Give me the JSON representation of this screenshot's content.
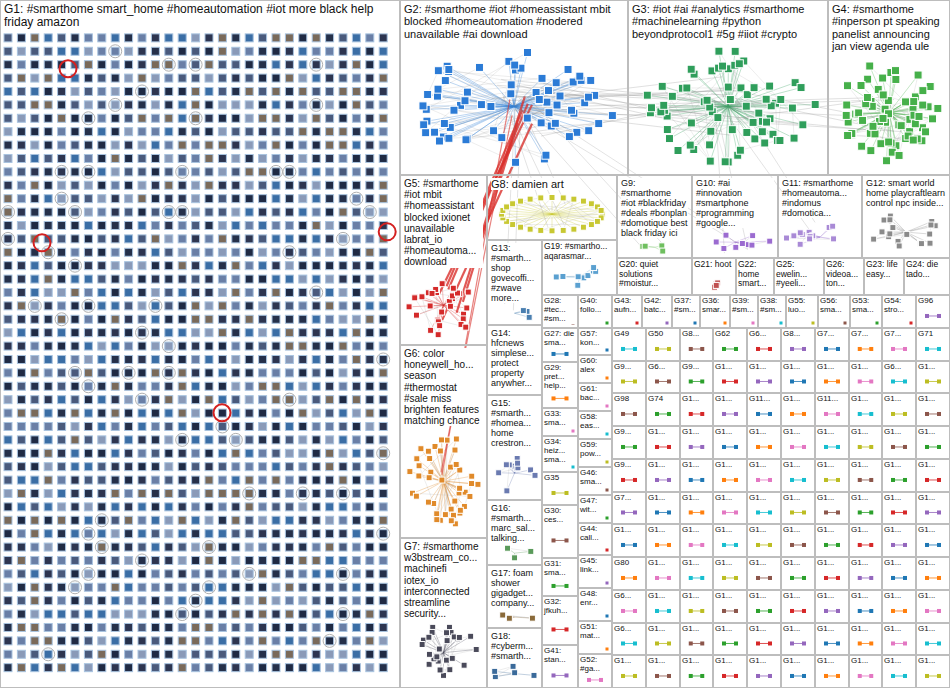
{
  "diagram": {
    "nodes": [
      {
        "text": [
          "G1: #smarthome smart_home #homeautomation #iot more black help friday amazon"
        ]
      },
      {
        "text": [
          "G2: #smarthome #iot #homeassistant mbit blocked #homeautomation #nodered unavailable #ai download"
        ]
      },
      {
        "text": [
          "G3: #iot #ai #analytics #smarthome #machinelearning #python beyondprotocol1 #5g #iiot #crypto"
        ]
      },
      {
        "text": [
          "G4: #smarthome #inperson pt speaking panelist announcing jan view agenda ule"
        ]
      },
      {
        "text": [
          "G5: #smarthome #iot mbit #homeassistant blocked ixionet unavailable labrat_io #homeautoma... download"
        ]
      },
      {
        "text": [
          "G8: damien art"
        ]
      },
      {
        "text": [
          "G9: #smarthome #iot #blackfriday #deals #bonplan #domotique best black friday ici"
        ]
      },
      {
        "text": [
          "G10: #ai #innovation #smartphone #programming #google..."
        ]
      },
      {
        "text": [
          "G11: #smarthome #homeautoma... #indomus #domotica..."
        ]
      },
      {
        "text": [
          "G12: smart world home playcraftlearn control npc inside..."
        ]
      },
      {
        "text": [
          "G13: #smarth... shop govecoffi... #zwave more..."
        ]
      },
      {
        "text": [
          "G19: #smartho... aqarasmar..."
        ]
      },
      {
        "text": [
          "G20: quiet solutions #moistur..."
        ]
      },
      {
        "text": [
          "G21: hoot"
        ]
      },
      {
        "text": [
          "G22: home smart..."
        ]
      },
      {
        "text": [
          "G25: ewelin... #yeeli..."
        ]
      },
      {
        "text": [
          "G26: videoa... ton..."
        ]
      },
      {
        "text": [
          "G23: life easy..."
        ]
      },
      {
        "text": [
          "G24: die tado..."
        ]
      },
      {
        "text": [
          "G6: color honeywell_ho... season #thermostat #sale miss brighten features matching chance"
        ]
      },
      {
        "text": [
          "G14: hfcnews simplese... protect property anywher..."
        ]
      },
      {
        "text": [
          "G15: #smarth... #homea... home crestron..."
        ]
      },
      {
        "text": [
          "G16: #smarth... marc_sal... talking..."
        ]
      },
      {
        "text": [
          "G7: #smarthome w3bstream_co... machinefi iotex_io interconnected streamline security..."
        ]
      },
      {
        "text": [
          "G17: foam shower gigadget... company..."
        ]
      },
      {
        "text": [
          "G18: #cyberm... #smarth..."
        ]
      },
      {
        "text": [
          "G28: #tec... #sm..."
        ]
      },
      {
        "text": [
          "G40: follo..."
        ]
      },
      {
        "text": [
          "G43: aufn..."
        ]
      },
      {
        "text": [
          "G42: batc..."
        ]
      },
      {
        "text": [
          "G37: #sm..."
        ]
      },
      {
        "text": [
          "G36: smar..."
        ]
      },
      {
        "text": [
          "G39: #sm..."
        ]
      },
      {
        "text": [
          "G38: #sm..."
        ]
      },
      {
        "text": [
          "G55: luo..."
        ]
      },
      {
        "text": [
          "G56: sma..."
        ]
      },
      {
        "text": [
          "G53: sma..."
        ]
      },
      {
        "text": [
          "G54: stro..."
        ]
      },
      {
        "text": [
          "G96"
        ]
      },
      {
        "text": [
          "G27: die sma..."
        ]
      },
      {
        "text": [
          "G29: pret... help..."
        ]
      },
      {
        "text": [
          "G33: sma..."
        ]
      },
      {
        "text": [
          "G34: heiz... sma..."
        ]
      },
      {
        "text": [
          "G35"
        ]
      },
      {
        "text": [
          "G30: ces..."
        ]
      },
      {
        "text": [
          "G31: sma..."
        ]
      },
      {
        "text": [
          "G32: jfkuh..."
        ]
      },
      {
        "text": [
          "G41: stan..."
        ]
      },
      {
        "text": [
          "G57: kon..."
        ]
      },
      {
        "text": [
          "G60: alex"
        ]
      },
      {
        "text": [
          "G61: bac..."
        ]
      },
      {
        "text": [
          "G58: eas..."
        ]
      },
      {
        "text": [
          "G59: pow..."
        ]
      },
      {
        "text": [
          "G46: sma..."
        ]
      },
      {
        "text": [
          "G47: wit..."
        ]
      },
      {
        "text": [
          "G44: call..."
        ]
      },
      {
        "text": [
          "G45: link..."
        ]
      },
      {
        "text": [
          "G48: enr..."
        ]
      },
      {
        "text": [
          "G51: mat..."
        ]
      },
      {
        "text": [
          "G52: #ga..."
        ]
      },
      {
        "text": [
          "G49"
        ]
      },
      {
        "text": [
          "G50"
        ]
      },
      {
        "text": [
          "G8..."
        ]
      },
      {
        "text": [
          "G62"
        ]
      },
      {
        "text": [
          "G6..."
        ]
      },
      {
        "text": [
          "G8..."
        ]
      },
      {
        "text": [
          "G7..."
        ]
      },
      {
        "text": [
          "G7..."
        ]
      },
      {
        "text": [
          "G7..."
        ]
      },
      {
        "text": [
          "G71"
        ]
      },
      {
        "text": [
          "G9..."
        ]
      },
      {
        "text": [
          "G6..."
        ]
      },
      {
        "text": [
          "G9..."
        ]
      },
      {
        "text": [
          "G1..."
        ]
      },
      {
        "text": [
          "G1..."
        ]
      },
      {
        "text": [
          "G1..."
        ]
      },
      {
        "text": [
          "G1..."
        ]
      },
      {
        "text": [
          "G1..."
        ]
      },
      {
        "text": [
          "G6..."
        ]
      },
      {
        "text": [
          "G1..."
        ]
      },
      {
        "text": [
          "G98"
        ]
      },
      {
        "text": [
          "G74"
        ]
      },
      {
        "text": [
          "G1..."
        ]
      },
      {
        "text": [
          "G1..."
        ]
      },
      {
        "text": [
          "G11..."
        ]
      },
      {
        "text": [
          "G1..."
        ]
      },
      {
        "text": [
          "G11..."
        ]
      },
      {
        "text": [
          "G1..."
        ]
      },
      {
        "text": [
          "G1..."
        ]
      },
      {
        "text": [
          "G1..."
        ]
      },
      {
        "text": [
          "G9..."
        ]
      },
      {
        "text": [
          "G1..."
        ]
      },
      {
        "text": [
          "G1..."
        ]
      },
      {
        "text": [
          "G1..."
        ]
      },
      {
        "text": [
          "G1..."
        ]
      },
      {
        "text": [
          "G1..."
        ]
      },
      {
        "text": [
          "G1..."
        ]
      },
      {
        "text": [
          "G1..."
        ]
      },
      {
        "text": [
          "G1..."
        ]
      },
      {
        "text": [
          "G1..."
        ]
      },
      {
        "text": [
          "G9..."
        ]
      },
      {
        "text": [
          "G1..."
        ]
      },
      {
        "text": [
          "G1..."
        ]
      },
      {
        "text": [
          "G1..."
        ]
      },
      {
        "text": [
          "G1..."
        ]
      },
      {
        "text": [
          "G1..."
        ]
      },
      {
        "text": [
          "G1..."
        ]
      },
      {
        "text": [
          "G1..."
        ]
      },
      {
        "text": [
          "G1..."
        ]
      },
      {
        "text": [
          "G1..."
        ]
      },
      {
        "text": [
          "G7..."
        ]
      },
      {
        "text": [
          "G1..."
        ]
      },
      {
        "text": [
          "G1..."
        ]
      },
      {
        "text": [
          "G1..."
        ]
      },
      {
        "text": [
          "G1..."
        ]
      },
      {
        "text": [
          "G1..."
        ]
      },
      {
        "text": [
          "G1..."
        ]
      },
      {
        "text": [
          "G1..."
        ]
      },
      {
        "text": [
          "G1..."
        ]
      },
      {
        "text": [
          "G1..."
        ]
      },
      {
        "text": [
          "G1..."
        ]
      },
      {
        "text": [
          "G1..."
        ]
      },
      {
        "text": [
          "G1..."
        ]
      },
      {
        "text": [
          "G1..."
        ]
      },
      {
        "text": [
          "G1..."
        ]
      },
      {
        "text": [
          "G1..."
        ]
      },
      {
        "text": [
          "G1..."
        ]
      },
      {
        "text": [
          "G1..."
        ]
      },
      {
        "text": [
          "G1..."
        ]
      },
      {
        "text": [
          "G1..."
        ]
      },
      {
        "text": [
          "G80"
        ]
      },
      {
        "text": [
          "G1..."
        ]
      },
      {
        "text": [
          "G1..."
        ]
      },
      {
        "text": [
          "G1..."
        ]
      },
      {
        "text": [
          "G1..."
        ]
      },
      {
        "text": [
          "G1..."
        ]
      },
      {
        "text": [
          "G1..."
        ]
      },
      {
        "text": [
          "G1..."
        ]
      },
      {
        "text": [
          "G1..."
        ]
      },
      {
        "text": [
          "G1..."
        ]
      },
      {
        "text": [
          "G6..."
        ]
      },
      {
        "text": [
          "G1..."
        ]
      },
      {
        "text": [
          "G1..."
        ]
      },
      {
        "text": [
          "G1..."
        ]
      },
      {
        "text": [
          "G1..."
        ]
      },
      {
        "text": [
          "G1..."
        ]
      },
      {
        "text": [
          "G1..."
        ]
      },
      {
        "text": [
          "G1..."
        ]
      },
      {
        "text": [
          "G1..."
        ]
      },
      {
        "text": [
          "G1..."
        ]
      },
      {
        "text": [
          "G6..."
        ]
      },
      {
        "text": [
          "G1..."
        ]
      },
      {
        "text": [
          "G1..."
        ]
      },
      {
        "text": [
          "G1..."
        ]
      },
      {
        "text": [
          "G1..."
        ]
      },
      {
        "text": [
          "G1..."
        ]
      },
      {
        "text": [
          "G1..."
        ]
      },
      {
        "text": [
          "G1..."
        ]
      },
      {
        "text": [
          "G1..."
        ]
      },
      {
        "text": [
          "G1..."
        ]
      },
      {
        "text": [
          "G1..."
        ]
      },
      {
        "text": [
          "G1..."
        ]
      },
      {
        "text": [
          "G1..."
        ]
      },
      {
        "text": [
          "G1..."
        ]
      },
      {
        "text": [
          "G1..."
        ]
      },
      {
        "text": [
          "G1..."
        ]
      },
      {
        "text": [
          "G1..."
        ]
      },
      {
        "text": [
          "G1..."
        ]
      },
      {
        "text": [
          "G1..."
        ]
      },
      {
        "text": [
          "G1..."
        ]
      }
    ]
  }
}
